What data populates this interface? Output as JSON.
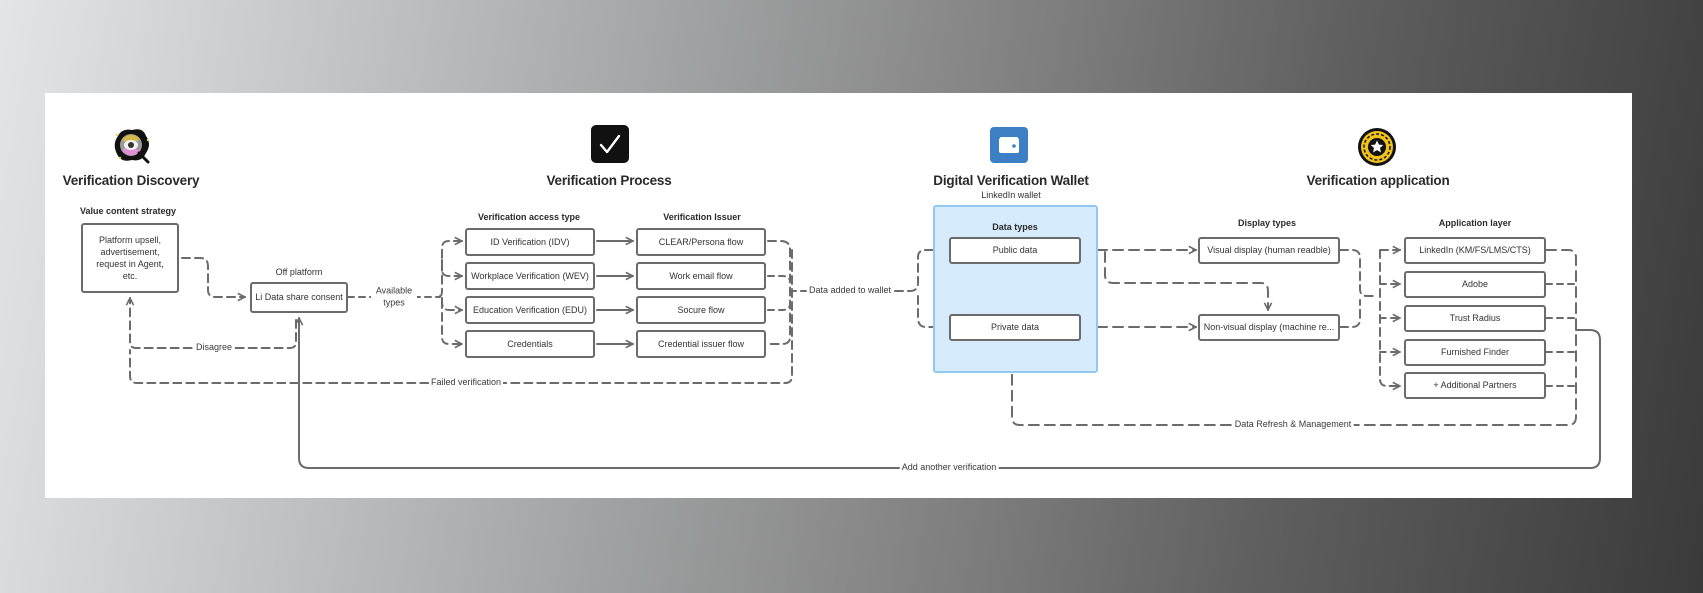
{
  "sections": {
    "discovery": {
      "title": "Verification Discovery",
      "icon": "eye-magnifier-icon"
    },
    "process": {
      "title": "Verification Process",
      "icon": "checkmark-icon"
    },
    "wallet": {
      "title": "Digital Verification Wallet",
      "subtitle": "LinkedIn wallet",
      "icon": "wallet-icon"
    },
    "application": {
      "title": "Verification application",
      "icon": "star-coin-icon"
    }
  },
  "discovery": {
    "value_heading": "Value content strategy",
    "value_box": "Platform upsell, advertisement, request in Agent, etc.",
    "off_platform_heading": "Off platform",
    "consent_box": "Li Data share consent"
  },
  "process": {
    "access_heading": "Verification access type",
    "issuer_heading": "Verification Issuer",
    "access_types": [
      "ID Verification (IDV)",
      "Workplace Verification (WEV)",
      "Education Verification (EDU)",
      "Credentials"
    ],
    "issuers": [
      "CLEAR/Persona flow",
      "Work email flow",
      "Socure flow",
      "Credential issuer flow"
    ]
  },
  "wallet": {
    "data_types_heading": "Data types",
    "data_types": [
      "Public data",
      "Private data"
    ]
  },
  "display": {
    "heading": "Display types",
    "items": [
      "Visual display (human readble)",
      "Non-visual display (machine re..."
    ]
  },
  "application": {
    "heading": "Application layer",
    "items": [
      "LinkedIn (KM/FS/LMS/CTS)",
      "Adobe",
      "Trust Radius",
      "Furnished Finder",
      "+ Additional Partners"
    ]
  },
  "connectors": {
    "available_types": "Available types",
    "disagree": "Disagree",
    "failed_verification": "Failed verification",
    "data_added": "Data added to wallet",
    "data_refresh": "Data Refresh & Management",
    "add_another": "Add another verification"
  },
  "colors": {
    "line": "#6b6b6b",
    "wallet_fill": "#d6ebfc",
    "wallet_border": "#92c8f2",
    "wallet_icon": "#3d7fc4",
    "coin": "#f2c21b"
  }
}
